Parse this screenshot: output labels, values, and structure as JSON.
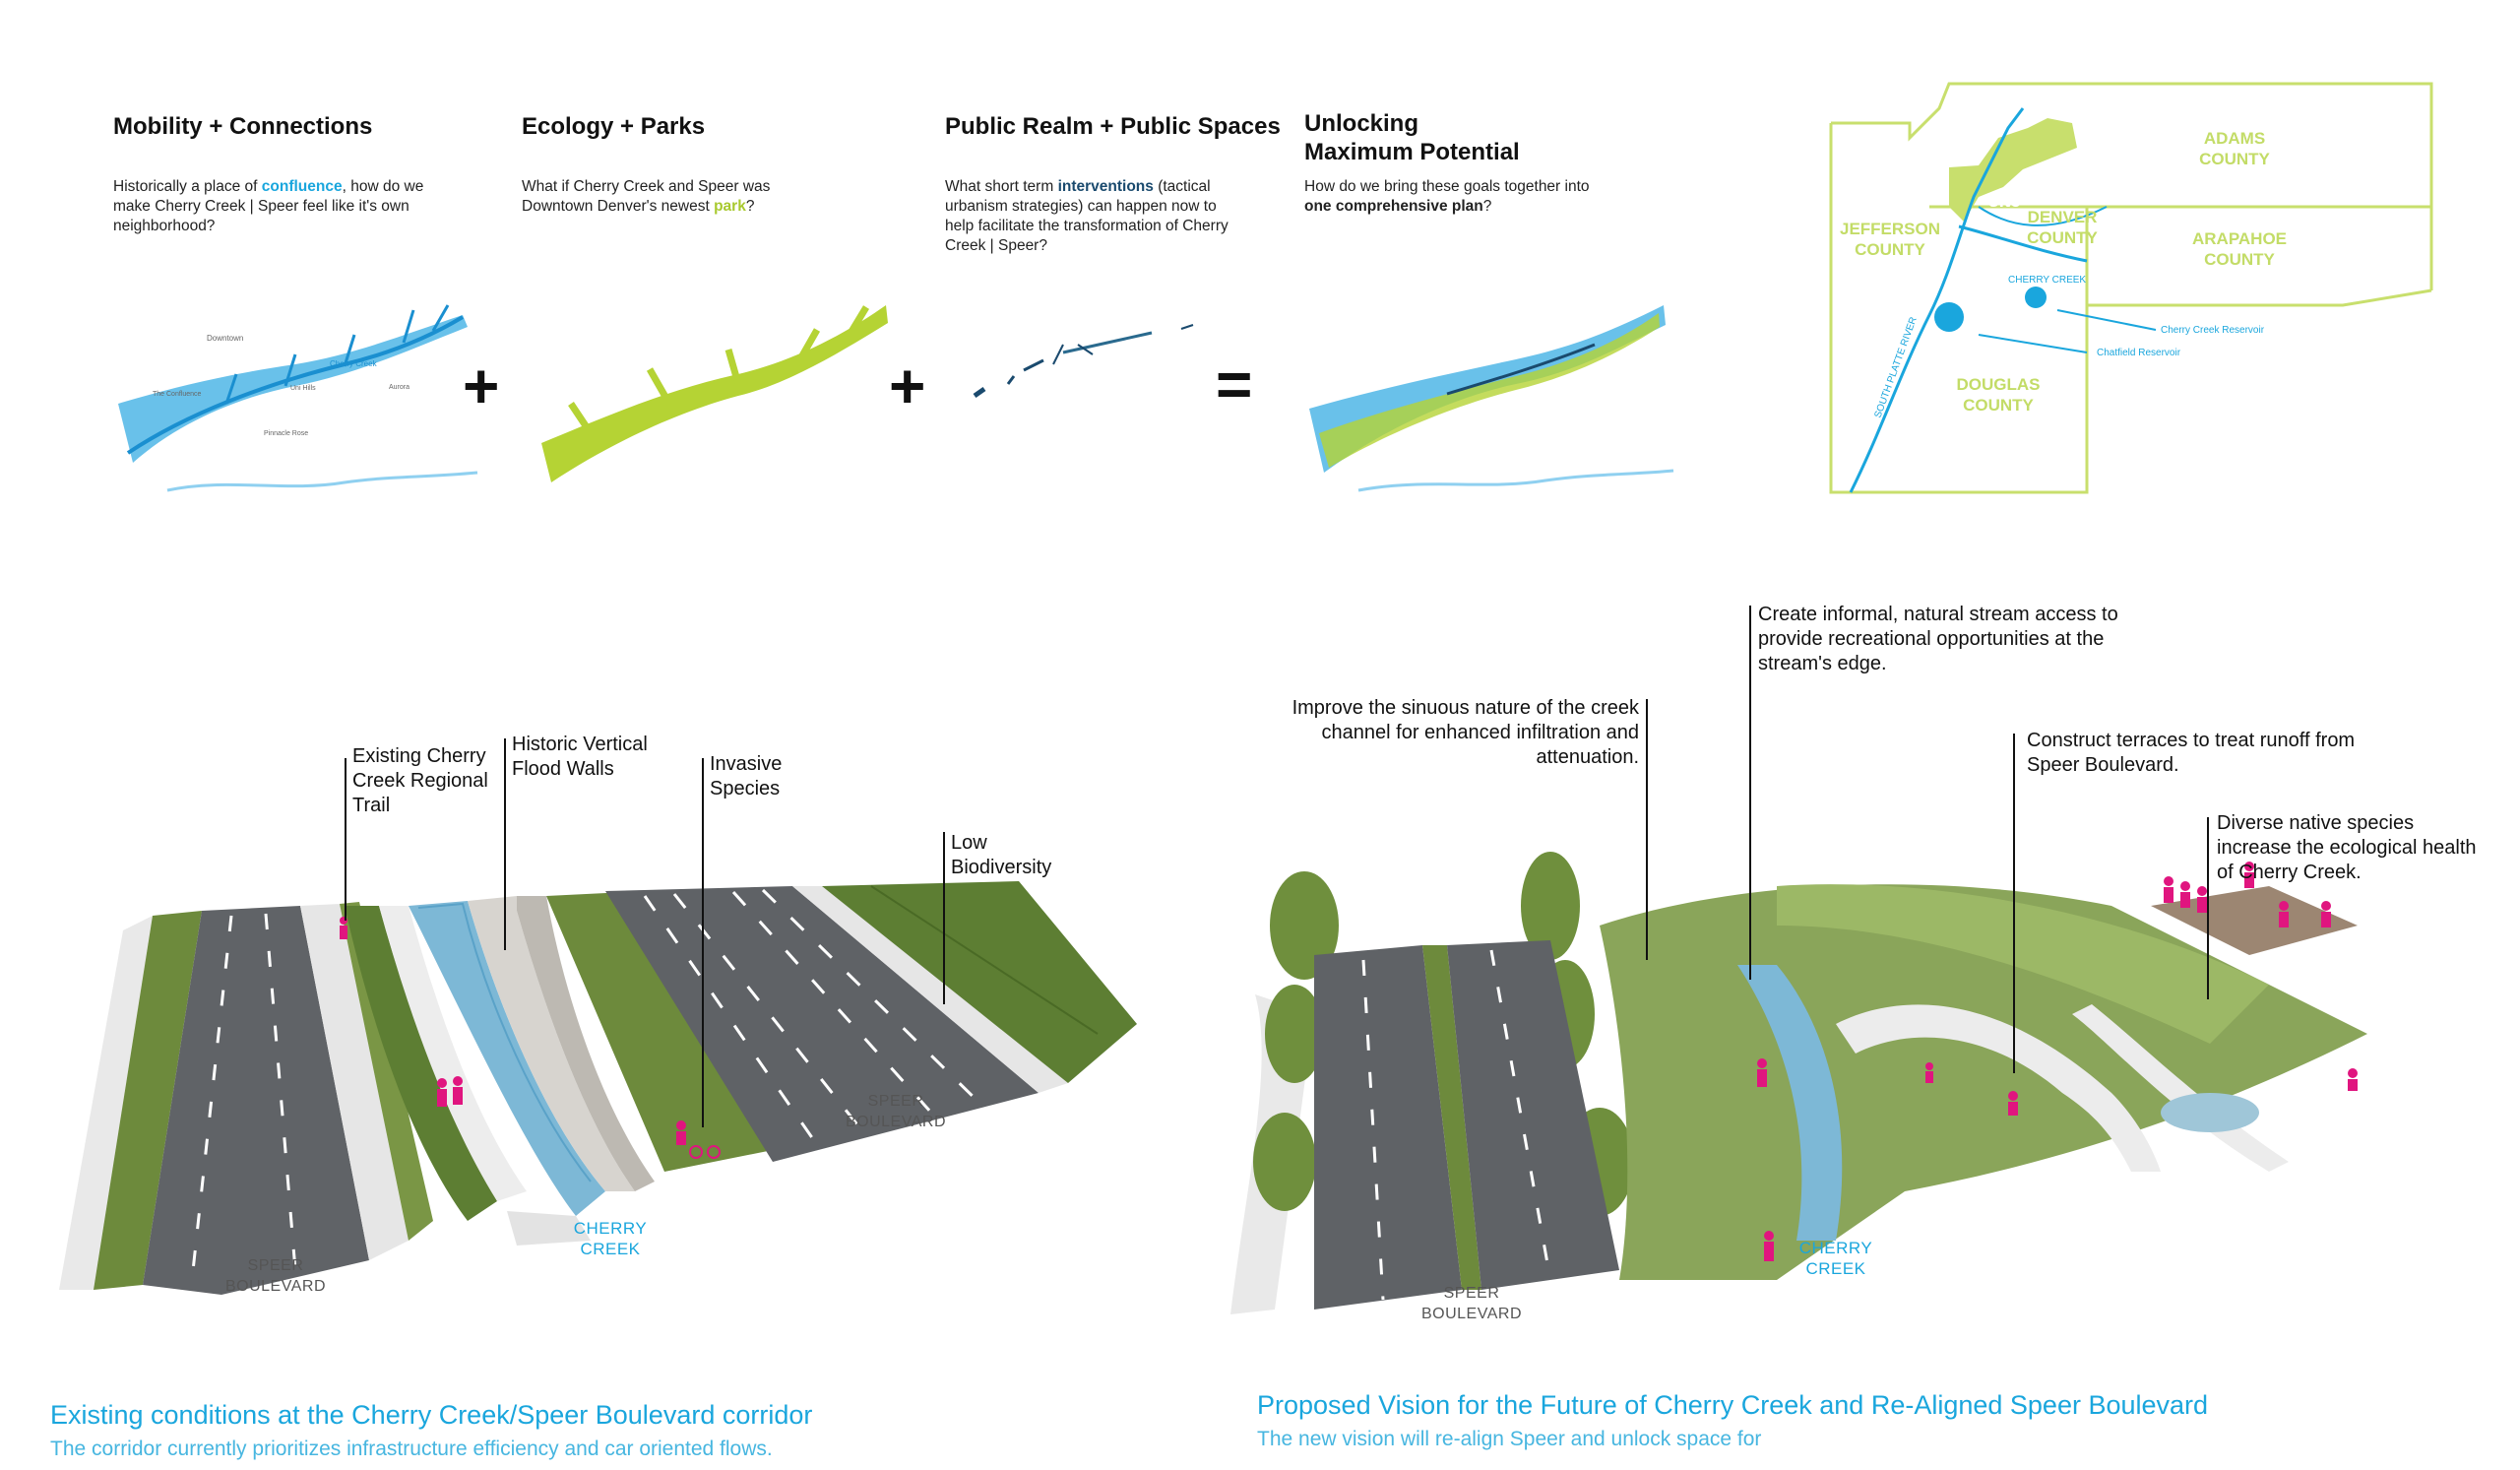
{
  "themes": [
    {
      "title": "Mobility + Connections"
    },
    {
      "title": "Ecology + Parks"
    },
    {
      "title": "Public Realm + Public Spaces"
    },
    {
      "title": "Unlocking Maximum Potential",
      "title_line1": "Unlocking",
      "title_line2": "Maximum Potential"
    }
  ],
  "questions": {
    "mobility": {
      "p1": "Historically a place of ",
      "em": "confluence",
      "p2": ", how do we make Cherry Creek | Speer feel like it's own neighborhood?"
    },
    "ecology": {
      "p1": "What if Cherry Creek and Speer was Downtown Denver's newest ",
      "em": "park",
      "p2": "?"
    },
    "public_realm": {
      "p1": "What short term ",
      "em": "interventions",
      "p2": " (tactical urbanism strategies) can happen now to help facilitate the transformation of Cherry Creek | Speer?"
    },
    "potential": {
      "p1": "How do we bring these goals together into ",
      "em": "one comprehensive plan",
      "p2": "?"
    }
  },
  "operators": {
    "plus": "+",
    "equals": "="
  },
  "mini_map_labels": {
    "downtown": "Downtown",
    "cherry_creek": "Cherry Creek",
    "confluence": "The Confluence",
    "uni_hills": "Uni Hills",
    "aurora": "Aurora",
    "pinnacle": "Pinnacle Rose"
  },
  "region_map": {
    "adams": "ADAMS COUNTY",
    "jefferson": "JEFFERSON COUNTY",
    "denver": "DENVER COUNTY",
    "arapahoe": "ARAPAHOE COUNTY",
    "douglas": "DOUGLAS COUNTY",
    "site": "site",
    "cherry_creek": "CHERRY CREEK",
    "south_platte": "SOUTH PLATTE RIVER",
    "cherry_creek_reservoir": "Cherry Creek Reservoir",
    "chatfield_reservoir": "Chatfield Reservoir"
  },
  "existing_annotations": {
    "trail": "Existing Cherry Creek Regional Trail",
    "flood_walls": "Historic Vertical Flood Walls",
    "invasive": "Invasive Species",
    "biodiversity": "Low Biodiversity"
  },
  "existing_labels": {
    "speer_left": "SPEER BOULEVARD",
    "creek": "CHERRY CREEK",
    "speer_right": "SPEER BOULEVARD"
  },
  "proposed_annotations": {
    "sinuous": "Improve the sinuous nature of the creek channel for enhanced infiltration and attenuation.",
    "stream_access": "Create informal, natural stream access to provide recreational opportunities at the stream's edge.",
    "terraces": "Construct terraces to treat runoff from Speer Boulevard.",
    "native_species": "Diverse native species increase the ecological health of Cherry Creek."
  },
  "proposed_labels": {
    "speer": "SPEER BOULEVARD",
    "creek": "CHERRY CREEK"
  },
  "captions": {
    "existing_title": "Existing conditions at the Cherry Creek/Speer Boulevard corridor",
    "existing_sub": "The corridor currently prioritizes infrastructure efficiency and car oriented flows.",
    "proposed_title": "Proposed Vision for the Future of Cherry Creek and Re-Aligned Speer Boulevard",
    "proposed_sub": "The new vision will re-align Speer and unlock space for"
  },
  "colors": {
    "blue": "#1aa6dd",
    "green": "#b5d334",
    "map_green": "#d3e680",
    "magenta": "#e0157f",
    "road": "#5f6266",
    "grass": "#6d8a3c"
  }
}
